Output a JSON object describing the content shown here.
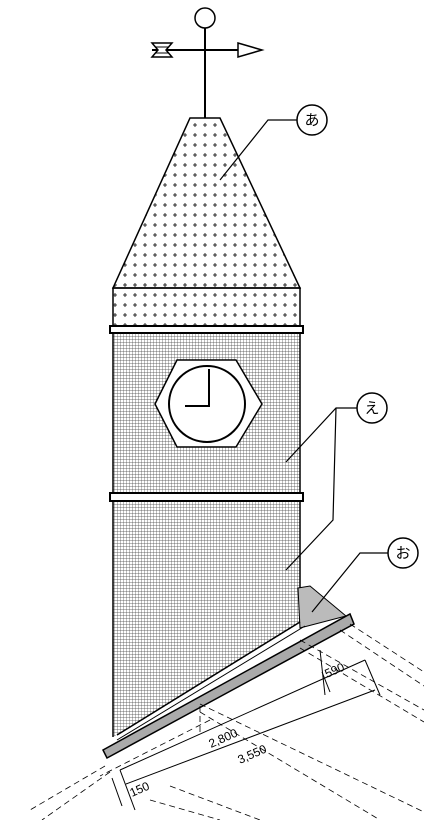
{
  "callouts": {
    "a": "あ",
    "e": "え",
    "o": "お"
  },
  "dimensions": {
    "d590": "590",
    "d2800": "2,800",
    "d3550": "3,550",
    "d150": "150"
  },
  "colors": {
    "line": "#000000",
    "hatch": "#444444",
    "roof_band": "#aaaaaa",
    "flashing": "#bbbbbb"
  }
}
